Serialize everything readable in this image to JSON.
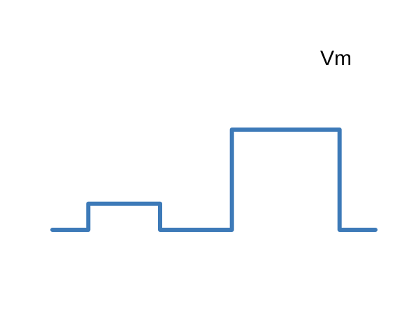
{
  "label": "Vm",
  "colors": {
    "trace": "#3d7ab8",
    "label": "#000000",
    "background": "#ffffff"
  },
  "waveform": {
    "description_type": "step-pulse-train",
    "segments": [
      {
        "level": 0.0,
        "duration": 1
      },
      {
        "level": 0.26,
        "duration": 2
      },
      {
        "level": 0.0,
        "duration": 2
      },
      {
        "level": 1.0,
        "duration": 3
      },
      {
        "level": 0.0,
        "duration": 1
      }
    ]
  }
}
